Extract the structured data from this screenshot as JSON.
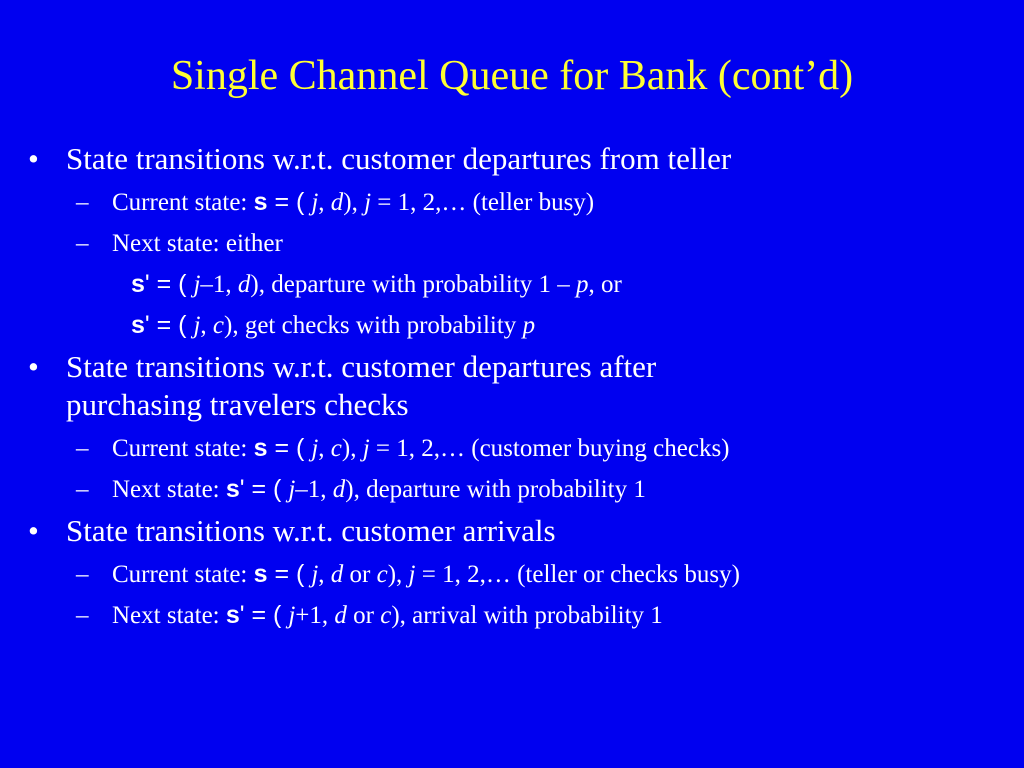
{
  "title": "Single Channel Queue for Bank (cont’d)",
  "colors": {
    "background": "#0000f0",
    "title": "#ffff33",
    "text": "#ffffff"
  },
  "bullet_glyph": "•",
  "dash_glyph": "–",
  "b1": {
    "heading": "State transitions w.r.t. customer departures from teller",
    "current": {
      "label": "Current state: ",
      "s": "s",
      "eq": " = ( ",
      "j": "j",
      "comma": ", ",
      "d": "d",
      "close": "), ",
      "j2": "j",
      "rest": " = 1, 2,… (teller busy)"
    },
    "next_label": "Next state: either",
    "opt1": {
      "s": "s",
      "eq": "' = ( ",
      "j": "j",
      "minus": "–1, ",
      "d": "d",
      "text": "), departure with probability 1 – ",
      "p": "p",
      "tail": ", or"
    },
    "opt2": {
      "s": "s",
      "eq": "' = ( ",
      "j": "j",
      "comma": ", ",
      "c": "c",
      "text": "), get checks with probability ",
      "p": "p"
    }
  },
  "b2": {
    "heading_line1": "State transitions w.r.t. customer departures after",
    "heading_line2": "purchasing travelers checks",
    "current": {
      "label": "Current state: ",
      "s": "s",
      "eq": " = ( ",
      "j": "j",
      "comma": ", ",
      "c": "c",
      "close": "), ",
      "j2": "j",
      "rest": " = 1, 2,… (customer buying checks)"
    },
    "next": {
      "label": "Next state: ",
      "s": "s",
      "eq": "' = ( ",
      "j": "j",
      "minus": "–1, ",
      "d": "d",
      "text": "), departure with probability 1"
    }
  },
  "b3": {
    "heading": "State transitions w.r.t. customer arrivals",
    "current": {
      "label": "Current state: ",
      "s": "s",
      "eq": " = ( ",
      "j": "j",
      "comma": ", ",
      "d": "d",
      "or": " or ",
      "c": "c",
      "close": "), ",
      "j2": "j",
      "rest": " = 1, 2,… (teller or checks busy)"
    },
    "next": {
      "label": "Next state: ",
      "s": "s",
      "eq": "' = ( ",
      "j": "j",
      "plus": "+1, ",
      "d": "d",
      "or": " or ",
      "c": "c",
      "text": "), arrival with probability 1"
    }
  }
}
